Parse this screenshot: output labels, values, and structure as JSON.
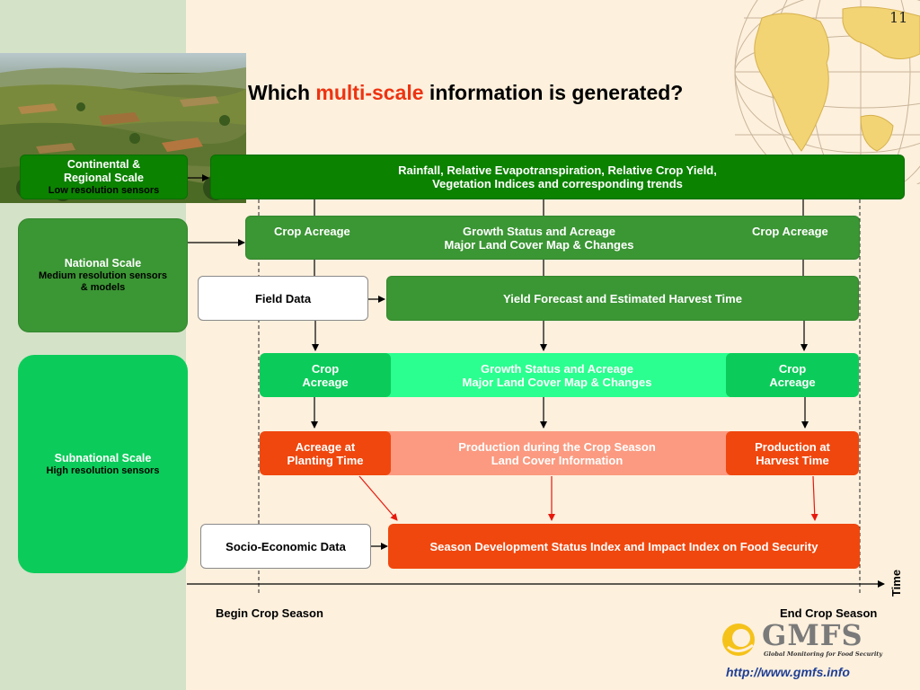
{
  "slide": {
    "number": "11"
  },
  "title": {
    "before": "Which ",
    "accent": "multi-scale",
    "after": " information is generated?"
  },
  "scales": {
    "continental": {
      "line1": "Continental &",
      "line2": "Regional Scale",
      "sub": "Low resolution sensors"
    },
    "national": {
      "line1": "National Scale",
      "sub1": "Medium resolution sensors",
      "sub2": "& models"
    },
    "subnational": {
      "line1": "Subnational Scale",
      "sub": "High resolution sensors"
    }
  },
  "boxes": {
    "rainfall": {
      "line1": "Rainfall, Relative Evapotranspiration, Relative Crop Yield,",
      "line2": "Vegetation Indices and corresponding trends"
    },
    "national_left": "Crop Acreage",
    "national_center": {
      "line1": "Growth Status and Acreage",
      "line2": "Major Land Cover Map & Changes"
    },
    "national_right": "Crop Acreage",
    "field_data": "Field Data",
    "yield_forecast": "Yield Forecast and Estimated Harvest Time",
    "sub_crop_left": {
      "line1": "Crop",
      "line2": "Acreage"
    },
    "sub_center": {
      "line1": "Growth Status and Acreage",
      "line2": "Major Land Cover Map & Changes"
    },
    "sub_crop_right": {
      "line1": "Crop",
      "line2": "Acreage"
    },
    "acreage_planting": {
      "line1": "Acreage at",
      "line2": "Planting Time"
    },
    "production_season": {
      "line1": "Production during the Crop Season",
      "line2": "Land Cover Information"
    },
    "production_harvest": {
      "line1": "Production at",
      "line2": "Harvest Time"
    },
    "socio_economic": "Socio-Economic Data",
    "season_index": "Season Development Status Index and Impact Index on Food Security"
  },
  "timeline": {
    "axis_label": "Time",
    "begin": "Begin Crop Season",
    "end": "End Crop Season"
  },
  "footer": {
    "logo_text": "GMFS",
    "logo_sub": "Global Monitoring for Food Security",
    "url": "http://www.gmfs.info"
  },
  "colors": {
    "dark_green": "#0b8200",
    "mid_green": "#3b9634",
    "bright_green": "#0bcc5a",
    "light_green": "#2bff8f",
    "orange": "#f0470e",
    "salmon": "#fb9a80",
    "title_accent": "#ee3311",
    "background": "#fdf0dd",
    "left_band": "#d4e2c8"
  },
  "icons": [
    "landscape-photo",
    "globe-map",
    "gmfs-logo"
  ]
}
